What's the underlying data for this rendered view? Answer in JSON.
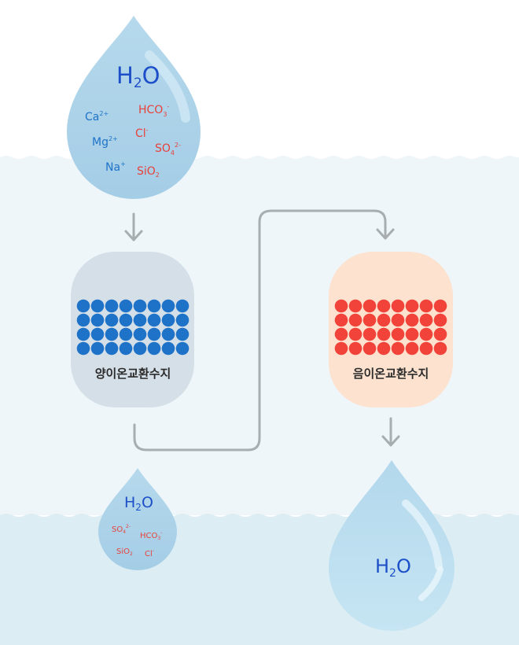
{
  "colors": {
    "background_top": "#ffffff",
    "water_light": "#eef6fa",
    "water_dark": "#dbeef5",
    "arrow": "#a8adb0",
    "cation_resin_bg": "#d5dfe8",
    "anion_resin_bg": "#fde2cf",
    "cation_bead": "#1e73c8",
    "anion_bead": "#f2433a",
    "cation_text": "#1e73c8",
    "anion_text": "#e8413a",
    "h2o_text": "#1d4fc9"
  },
  "raw_water": {
    "h2o": "H",
    "h2o_sub": "2",
    "h2o_end": "O",
    "cations": [
      {
        "base": "Ca",
        "sup": "2+"
      },
      {
        "base": "Mg",
        "sup": "2+"
      },
      {
        "base": "Na",
        "sup": "+"
      }
    ],
    "anions": [
      {
        "base": "HCO",
        "sub": "3",
        "sup": "-"
      },
      {
        "base": "Cl",
        "sup": "-"
      },
      {
        "base": "SO",
        "sub": "4",
        "sup": "2-"
      },
      {
        "base": "SiO",
        "sub": "2"
      }
    ]
  },
  "cation_resin": {
    "label": "양이온교환수지",
    "icon": "cation-bead-grid"
  },
  "anion_resin": {
    "label": "음이온교환수지",
    "icon": "anion-bead-grid"
  },
  "intermediate_water": {
    "h2o": "H",
    "h2o_sub": "2",
    "h2o_end": "O",
    "anions": [
      {
        "base": "SO",
        "sub": "4",
        "sup": "2-"
      },
      {
        "base": "HCO",
        "sub": "3",
        "sup": "-"
      },
      {
        "base": "SiO",
        "sub": "2"
      },
      {
        "base": "Cl",
        "sup": "-"
      }
    ]
  },
  "pure_water": {
    "h2o": "H",
    "h2o_sub": "2",
    "h2o_end": "O"
  }
}
